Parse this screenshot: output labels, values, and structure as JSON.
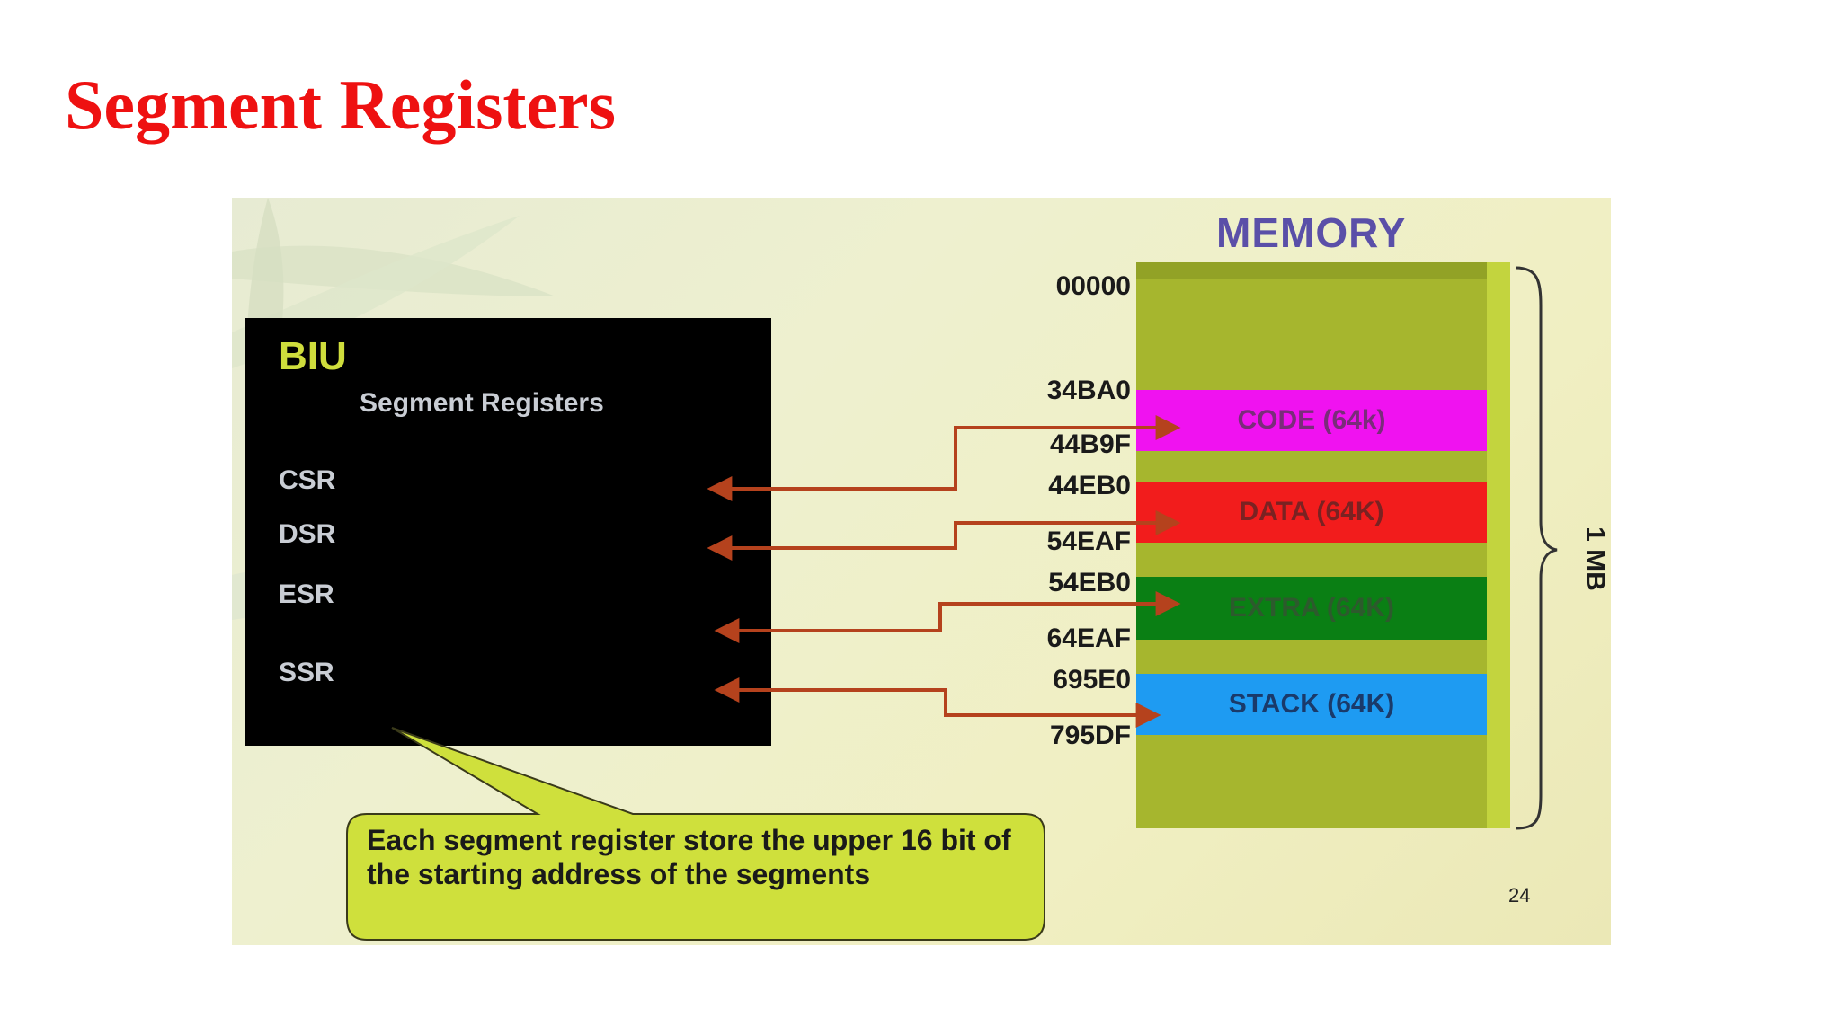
{
  "page": {
    "title": "Segment Registers"
  },
  "biu": {
    "title": "BIU",
    "subtitle": "Segment Registers",
    "registers": [
      "CSR",
      "DSR",
      "ESR",
      "SSR"
    ]
  },
  "memory": {
    "title": "MEMORY",
    "start_address": "00000",
    "size_label": "1 MB",
    "segments": [
      {
        "label": "CODE (64k)",
        "start": "34BA0",
        "end": "44B9F",
        "color": "#f012f0",
        "text_color": "#7a2c7a"
      },
      {
        "label": "DATA (64K)",
        "start": "44EB0",
        "end": "54EAF",
        "color": "#f21c1c",
        "text_color": "#7a2222"
      },
      {
        "label": "EXTRA (64K)",
        "start": "54EB0",
        "end": "64EAF",
        "color": "#0a7f14",
        "text_color": "#2d5a2d"
      },
      {
        "label": "STACK (64K)",
        "start": "695E0",
        "end": "795DF",
        "color": "#1e9bf2",
        "text_color": "#1a3a6a"
      }
    ]
  },
  "callout": {
    "text": "Each segment register store the upper 16 bit of the starting address of the segments"
  },
  "slide_number": "24",
  "colors": {
    "title": "#ee1111",
    "arrow": "#b5421d",
    "memory_block": "#a6b62e",
    "callout_fill": "#cfe03c"
  }
}
